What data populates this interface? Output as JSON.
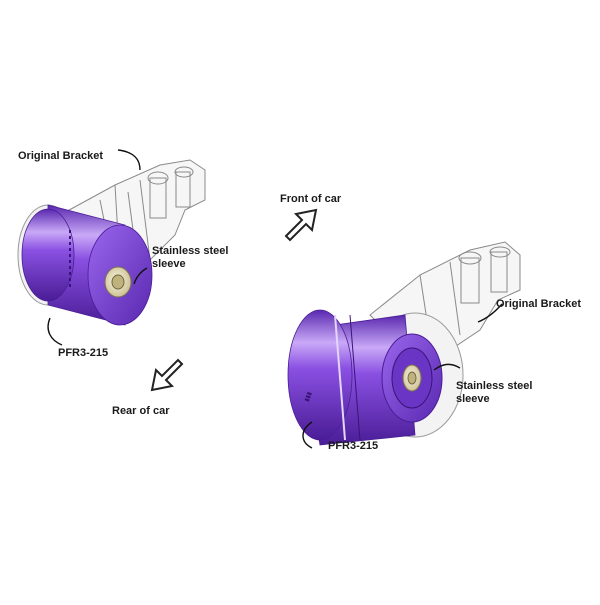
{
  "labels": {
    "left_bracket": "Original Bracket",
    "left_sleeve_line1": "Stainless steel",
    "left_sleeve_line2": "sleeve",
    "left_part": "PFR3-215",
    "front": "Front of car",
    "rear": "Rear of car",
    "right_bracket": "Original Bracket",
    "right_sleeve_line1": "Stainless steel",
    "right_sleeve_line2": "sleeve",
    "right_part": "PFR3-215"
  },
  "colors": {
    "bushing_purple": "#7b3fd8",
    "bushing_light": "#b58cf2",
    "bushing_dark": "#4a1d96",
    "sleeve_cream": "#efe7c8",
    "bracket_line": "#8a8a8a",
    "label_text": "#1a1a1a"
  },
  "icons": {
    "front_arrow": "arrow-up-right-icon",
    "rear_arrow": "arrow-down-left-icon"
  }
}
